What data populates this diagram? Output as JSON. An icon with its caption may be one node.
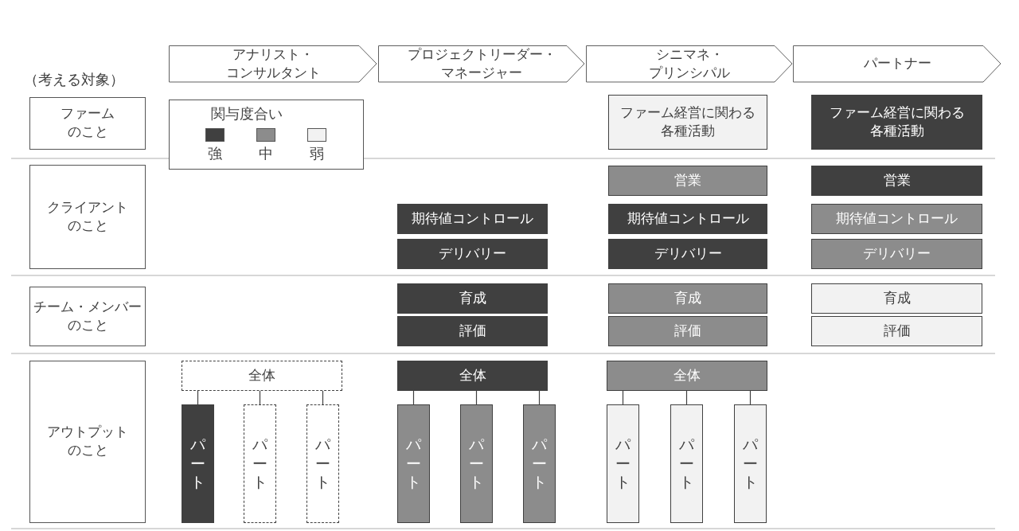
{
  "diagram": {
    "nodes": [
      {
        "text": [
          "アナリスト・コンサルタント"
        ]
      },
      {
        "text": [
          "プロジェクトリーダー・マネージャー"
        ]
      },
      {
        "text": [
          "シニマネ・プリンシパル"
        ]
      },
      {
        "text": [
          "パートナー"
        ]
      },
      {
        "text": [
          "ファームのこと"
        ]
      },
      {
        "text": [
          "クライアントのこと"
        ]
      },
      {
        "text": [
          "チーム・メンバーのこと"
        ]
      },
      {
        "text": [
          "アウトプットのこと"
        ]
      },
      {
        "text": [
          "ファーム経営に関わる各種活動"
        ]
      },
      {
        "text": [
          "ファーム経営に関わる各種活動"
        ]
      },
      {
        "text": [
          "営業"
        ]
      },
      {
        "text": [
          "営業"
        ]
      },
      {
        "text": [
          "期待値コントロール"
        ]
      },
      {
        "text": [
          "期待値コントロール"
        ]
      },
      {
        "text": [
          "期待値コントロール"
        ]
      },
      {
        "text": [
          "デリバリー"
        ]
      },
      {
        "text": [
          "デリバリー"
        ]
      },
      {
        "text": [
          "デリバリー"
        ]
      },
      {
        "text": [
          "育成"
        ]
      },
      {
        "text": [
          "育成"
        ]
      },
      {
        "text": [
          "育成"
        ]
      },
      {
        "text": [
          "評価"
        ]
      },
      {
        "text": [
          "評価"
        ]
      },
      {
        "text": [
          "評価"
        ]
      },
      {
        "text": [
          "全体"
        ]
      },
      {
        "text": [
          "全体"
        ]
      },
      {
        "text": [
          "全体"
        ]
      },
      {
        "text": [
          "パート"
        ]
      },
      {
        "text": [
          "パート"
        ]
      },
      {
        "text": [
          "パート"
        ]
      },
      {
        "text": [
          "パート"
        ]
      },
      {
        "text": [
          "パート"
        ]
      },
      {
        "text": [
          "パート"
        ]
      },
      {
        "text": [
          "パート"
        ]
      },
      {
        "text": [
          "パート"
        ]
      },
      {
        "text": [
          "パート"
        ]
      }
    ],
    "edges": [
      {
        "from": 24,
        "to": 27,
        "arrow": "none"
      },
      {
        "from": 24,
        "to": 28,
        "arrow": "none"
      },
      {
        "from": 24,
        "to": 29,
        "arrow": "none"
      },
      {
        "from": 25,
        "to": 30,
        "arrow": "none"
      },
      {
        "from": 25,
        "to": 31,
        "arrow": "none"
      },
      {
        "from": 25,
        "to": 32,
        "arrow": "none"
      },
      {
        "from": 26,
        "to": 33,
        "arrow": "none"
      },
      {
        "from": 26,
        "to": 34,
        "arrow": "none"
      },
      {
        "from": 26,
        "to": 35,
        "arrow": "none"
      }
    ],
    "labels": [
      "（考える対象）",
      "関与度合い"
    ],
    "legend": [
      {
        "text": "強",
        "color": "#404040"
      },
      {
        "text": "中",
        "color": "#8c8c8c"
      },
      {
        "text": "弱",
        "color": "#f2f2f2"
      }
    ]
  }
}
